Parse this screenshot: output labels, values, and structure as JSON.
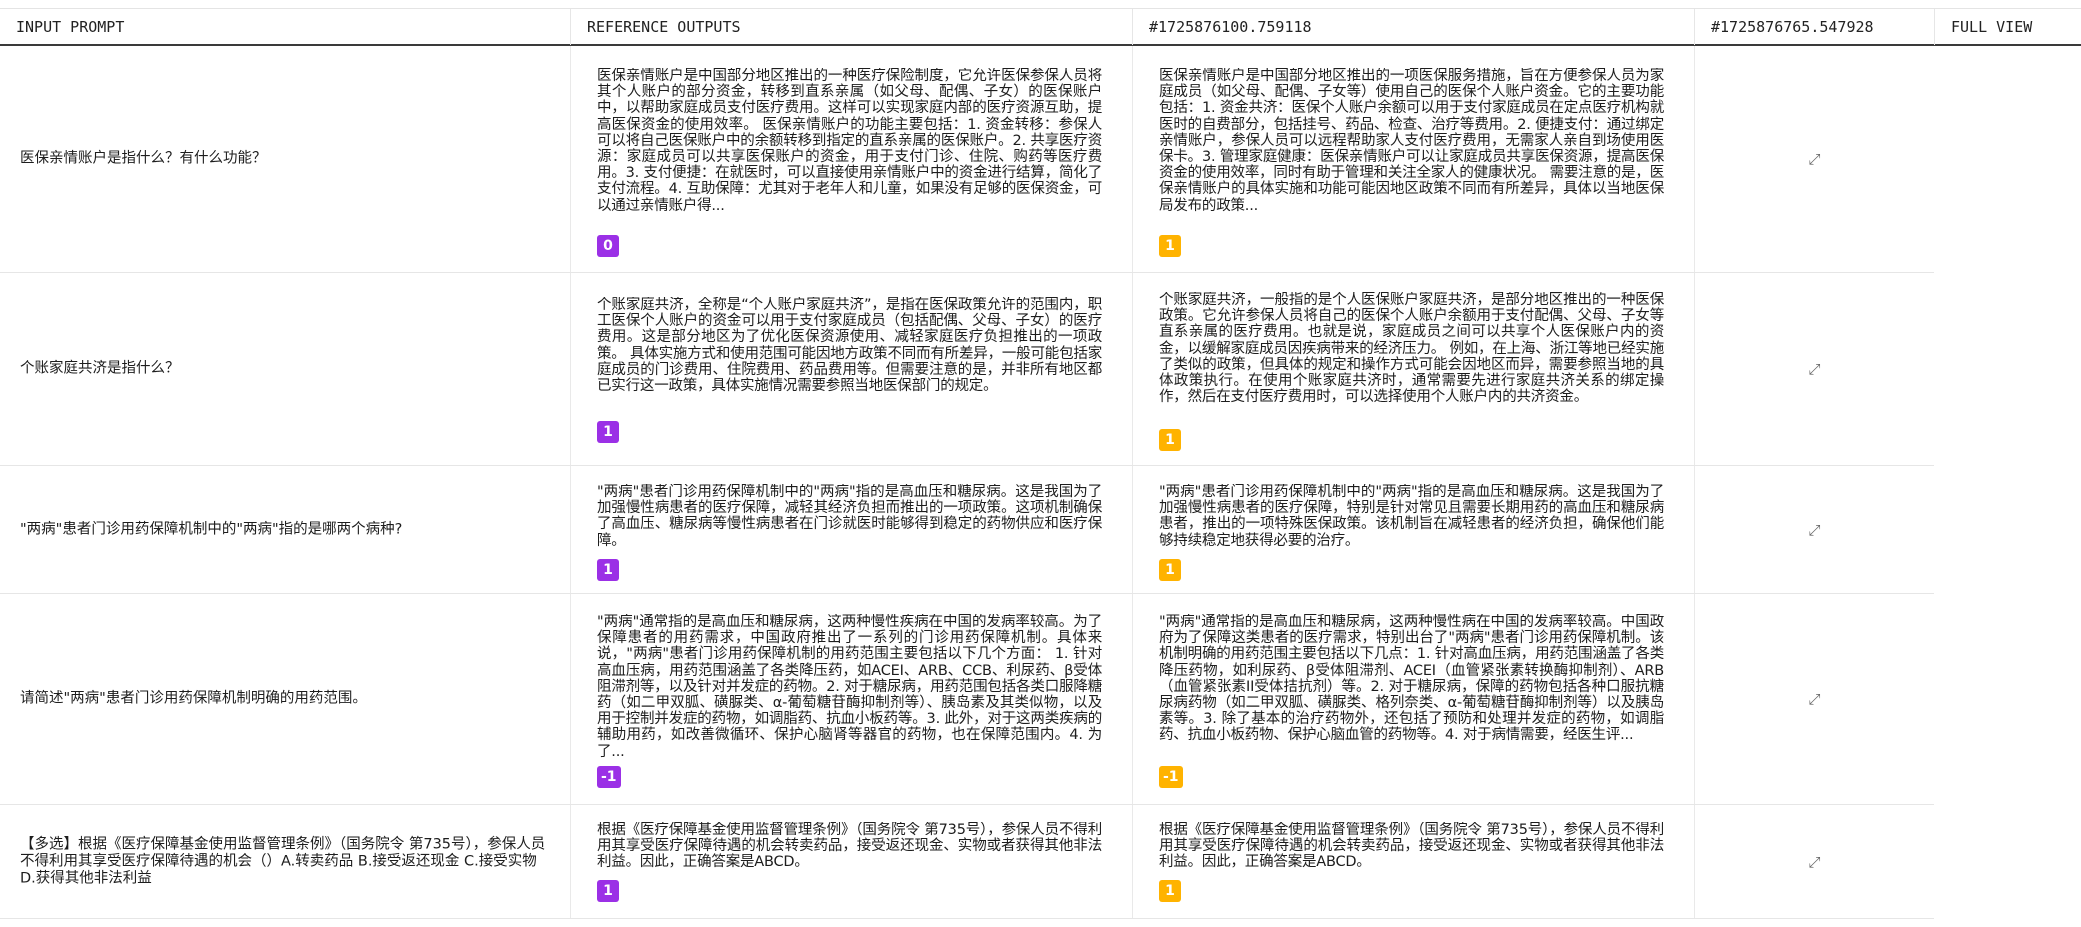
{
  "columns": [
    "INPUT PROMPT",
    "REFERENCE OUTPUTS",
    "#1725876100.759118",
    "#1725876765.547928",
    "FULL VIEW"
  ],
  "expand_icon": "expand-diagonal-icon",
  "colors": {
    "score_ref": "#9b30e6",
    "score_run": "#ffb300",
    "header_rule": "#3a3a3a"
  },
  "rows": [
    {
      "prompt": "医保亲情账户是指什么？有什么功能？",
      "reference": "医保亲情账户是中国部分地区推出的一种医疗保险制度，它允许医保参保人员将其个人账户的部分资金，转移到直系亲属（如父母、配偶、子女）的医保账户中，以帮助家庭成员支付医疗费用。这样可以实现家庭内部的医疗资源互助，提高医保资金的使用效率。 医保亲情账户的功能主要包括：1. 资金转移：参保人可以将自己医保账户中的余额转移到指定的直系亲属的医保账户。2. 共享医疗资源：家庭成员可以共享医保账户的资金，用于支付门诊、住院、购药等医疗费用。3. 支付便捷：在就医时，可以直接使用亲情账户中的资金进行结算，简化了支付流程。4. 互助保障：尤其对于老年人和儿童，如果没有足够的医保资金，可以通过亲情账户得...",
      "reference_score": "0",
      "run": "医保亲情账户是中国部分地区推出的一项医保服务措施，旨在方便参保人员为家庭成员（如父母、配偶、子女等）使用自己的医保个人账户资金。它的主要功能包括：1. 资金共济：医保个人账户余额可以用于支付家庭成员在定点医疗机构就医时的自费部分，包括挂号、药品、检查、治疗等费用。2. 便捷支付：通过绑定亲情账户，参保人员可以远程帮助家人支付医疗费用，无需家人亲自到场使用医保卡。3. 管理家庭健康：医保亲情账户可以让家庭成员共享医保资源，提高医保资金的使用效率，同时有助于管理和关注全家人的健康状况。 需要注意的是，医保亲情账户的具体实施和功能可能因地区政策不同而有所差异，具体以当地医保局发布的政策...",
      "run_score": "1"
    },
    {
      "prompt": "个账家庭共济是指什么？",
      "reference": "个账家庭共济，全称是“个人账户家庭共济”，是指在医保政策允许的范围内，职工医保个人账户的资金可以用于支付家庭成员（包括配偶、父母、子女）的医疗费用。这是部分地区为了优化医保资源使用、减轻家庭医疗负担推出的一项政策。 具体实施方式和使用范围可能因地方政策不同而有所差异，一般可能包括家庭成员的门诊费用、住院费用、药品费用等。但需要注意的是，并非所有地区都已实行这一政策，具体实施情况需要参照当地医保部门的规定。",
      "reference_score": "1",
      "run": "个账家庭共济，一般指的是个人医保账户家庭共济，是部分地区推出的一种医保政策。它允许参保人员将自己的医保个人账户余额用于支付配偶、父母、子女等直系亲属的医疗费用。也就是说，家庭成员之间可以共享个人医保账户内的资金，以缓解家庭成员因疾病带来的经济压力。 例如，在上海、浙江等地已经实施了类似的政策，但具体的规定和操作方式可能会因地区而异，需要参照当地的具体政策执行。在使用个账家庭共济时，通常需要先进行家庭共济关系的绑定操作，然后在支付医疗费用时，可以选择使用个人账户内的共济资金。",
      "run_score": "1"
    },
    {
      "prompt": "\"两病\"患者门诊用药保障机制中的\"两病\"指的是哪两个病种?",
      "reference": "\"两病\"患者门诊用药保障机制中的\"两病\"指的是高血压和糖尿病。这是我国为了加强慢性病患者的医疗保障，减轻其经济负担而推出的一项政策。这项机制确保了高血压、糖尿病等慢性病患者在门诊就医时能够得到稳定的药物供应和医疗保障。",
      "reference_score": "1",
      "run": "\"两病\"患者门诊用药保障机制中的\"两病\"指的是高血压和糖尿病。这是我国为了加强慢性病患者的医疗保障，特别是针对常见且需要长期用药的高血压和糖尿病患者，推出的一项特殊医保政策。该机制旨在减轻患者的经济负担，确保他们能够持续稳定地获得必要的治疗。",
      "run_score": "1"
    },
    {
      "prompt": "请简述\"两病\"患者门诊用药保障机制明确的用药范围。",
      "reference": "\"两病\"通常指的是高血压和糖尿病，这两种慢性疾病在中国的发病率较高。为了保障患者的用药需求，中国政府推出了一系列的门诊用药保障机制。具体来说，\"两病\"患者门诊用药保障机制的用药范围主要包括以下几个方面： 1. 针对高血压病，用药范围涵盖了各类降压药，如ACEI、ARB、CCB、利尿药、β受体阻滞剂等，以及针对并发症的药物。2. 对于糖尿病，用药范围包括各类口服降糖药（如二甲双胍、磺脲类、α-葡萄糖苷酶抑制剂等）、胰岛素及其类似物，以及用于控制并发症的药物，如调脂药、抗血小板药等。3. 此外，对于这两类疾病的辅助用药，如改善微循环、保护心脑肾等器官的药物，也在保障范围内。4. 为了...",
      "reference_score": "-1",
      "run": "\"两病\"通常指的是高血压和糖尿病，这两种慢性病在中国的发病率较高。中国政府为了保障这类患者的医疗需求，特别出台了\"两病\"患者门诊用药保障机制。该机制明确的用药范围主要包括以下几点：1. 针对高血压病，用药范围涵盖了各类降压药物，如利尿药、β受体阻滞剂、ACEI（血管紧张素转换酶抑制剂）、ARB（血管紧张素II受体拮抗剂）等。2. 对于糖尿病，保障的药物包括各种口服抗糖尿病药物（如二甲双胍、磺脲类、格列奈类、α-葡萄糖苷酶抑制剂等）以及胰岛素等。3. 除了基本的治疗药物外，还包括了预防和处理并发症的药物，如调脂药、抗血小板药物、保护心脑血管的药物等。4. 对于病情需要，经医生评...",
      "run_score": "-1"
    },
    {
      "prompt": "【多选】根据《医疗保障基金使用监督管理条例》（国务院令 第735号），参保人员不得利用其享受医疗保障待遇的机会（）A.转卖药品 B.接受返还现金 C.接受实物 D.获得其他非法利益",
      "reference": "根据《医疗保障基金使用监督管理条例》（国务院令 第735号），参保人员不得利用其享受医疗保障待遇的机会转卖药品，接受返还现金、实物或者获得其他非法利益。因此，正确答案是ABCD。",
      "reference_score": "1",
      "run": "根据《医疗保障基金使用监督管理条例》（国务院令 第735号），参保人员不得利用其享受医疗保障待遇的机会转卖药品，接受返还现金、实物或者获得其他非法利益。因此，正确答案是ABCD。",
      "run_score": "1"
    }
  ]
}
